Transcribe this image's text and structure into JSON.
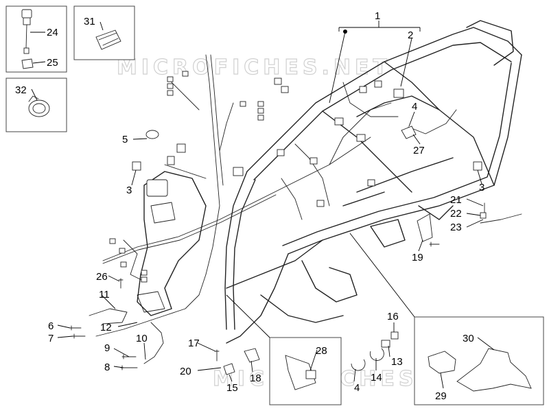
{
  "watermark": "MICROFICHES.NET",
  "callouts": [
    "1",
    "2",
    "3",
    "3",
    "4",
    "4",
    "5",
    "6",
    "7",
    "8",
    "9",
    "10",
    "11",
    "12",
    "13",
    "14",
    "15",
    "16",
    "17",
    "18",
    "19",
    "20",
    "21",
    "22",
    "23",
    "24",
    "25",
    "26",
    "27",
    "28",
    "29",
    "30",
    "31",
    "32"
  ]
}
